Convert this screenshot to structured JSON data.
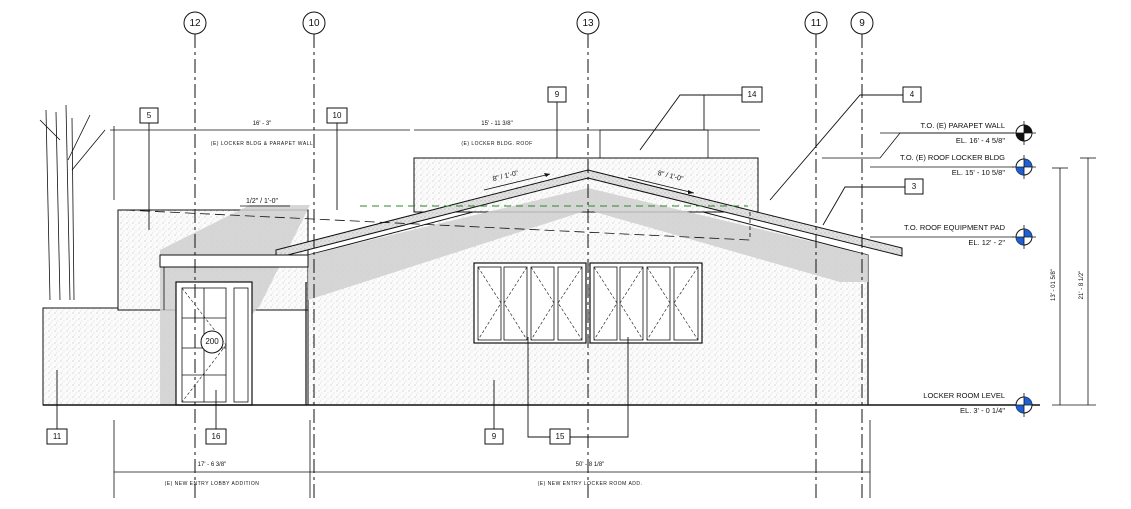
{
  "grid_lines": [
    {
      "label": "12"
    },
    {
      "label": "10"
    },
    {
      "label": "13"
    },
    {
      "label": "11"
    },
    {
      "label": "9"
    }
  ],
  "levels": [
    {
      "name": "T.O. (E) PARAPET WALL",
      "elevation": "EL. 16' - 4 5/8\"",
      "marker": "half-filled-black"
    },
    {
      "name": "T.O. (E) ROOF LOCKER BLDG",
      "elevation": "EL. 15' - 10 5/8\"",
      "marker": "half-filled-blue"
    },
    {
      "name": "T.O. ROOF EQUIPMENT PAD",
      "elevation": "EL. 12' - 2\"",
      "marker": "half-filled-blue"
    },
    {
      "name": "LOCKER ROOM LEVEL",
      "elevation": "EL. 3' - 0 1/4\"",
      "marker": "half-filled-blue"
    }
  ],
  "keynotes": {
    "k14": "14",
    "k4": "4",
    "k9_top": "9",
    "k5": "5",
    "k10": "10",
    "k3": "3",
    "k11": "11",
    "k16": "16",
    "k9_bottom": "9",
    "k15": "15"
  },
  "door_tag": "200",
  "slopes": {
    "parapet": "1/2\" / 1'-0\"",
    "roof_left": "8\" / 1'-0\"",
    "roof_right": "8\" / 1'-0\""
  },
  "overall_height_dim": "21' - 8 1/2\"",
  "secondary_height_dim": "13' - 01 5/8\""
}
